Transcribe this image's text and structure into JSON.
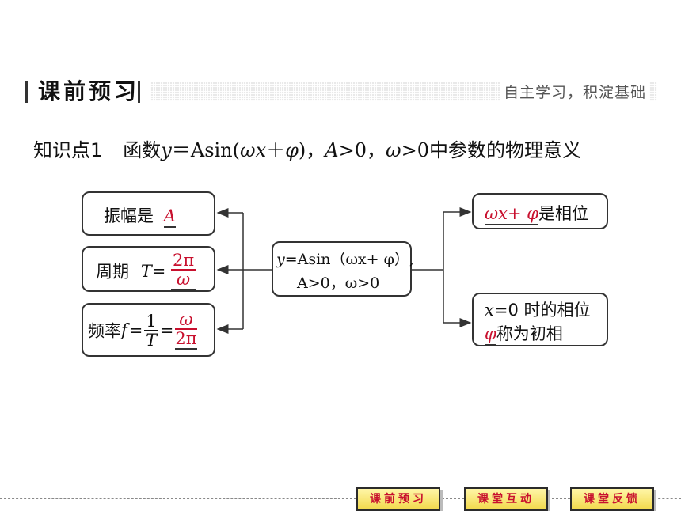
{
  "header": {
    "title": "课前预习",
    "subtitle": "自主学习，积淀基础"
  },
  "knowledge_point": {
    "label": "知识点1",
    "text_prefix": "函数",
    "y": "y",
    "eq": "＝A",
    "sin": "sin(",
    "omega_x": "ωx",
    "plus": "＋",
    "phi": "φ",
    "close": ")，",
    "cond_A": "A",
    "cond_A_rest": ">0，",
    "cond_w": "ω",
    "cond_w_rest": ">0",
    "text_suffix": "中参数的物理意义"
  },
  "center_box": {
    "line1_y": "y",
    "line1_rest": "=Asin（ωx+ φ）,",
    "line2": "A>0，ω>0"
  },
  "left_boxes": {
    "amplitude": {
      "label": "振幅是",
      "answer": "A"
    },
    "period": {
      "label": "周期",
      "T": "T=",
      "num": "2π",
      "den": "ω"
    },
    "frequency": {
      "label": "频率",
      "f": "f",
      "eq": "=",
      "one": "1",
      "T": "T",
      "eq2": "=",
      "num": "ω",
      "den": "2π"
    }
  },
  "right_boxes": {
    "phase": {
      "answer": "ωx+ φ",
      "label": "是相位"
    },
    "initial_phase": {
      "line1_x": "x",
      "line1_rest": "=0 时的相位",
      "answer": "φ",
      "label": "称为初相"
    }
  },
  "nav": {
    "btn1": "课前预习",
    "btn2": "课堂互动",
    "btn3": "课堂反馈"
  },
  "colors": {
    "answer": "#c8102e",
    "nav_bg": "#f2d94c"
  }
}
